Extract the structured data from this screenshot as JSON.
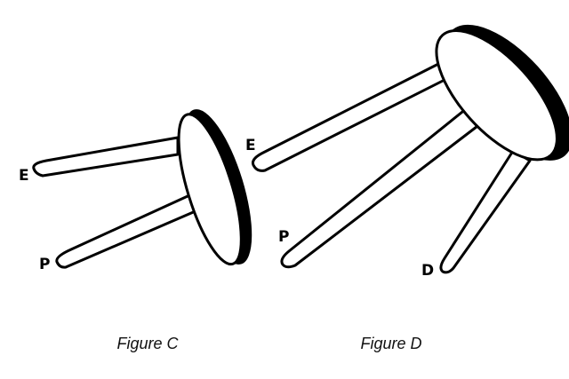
{
  "figures": {
    "c": {
      "caption": "Figure C",
      "labels": {
        "e": "E",
        "p": "P"
      }
    },
    "d": {
      "caption": "Figure D",
      "labels": {
        "e": "E",
        "p": "P",
        "d": "D"
      }
    }
  }
}
